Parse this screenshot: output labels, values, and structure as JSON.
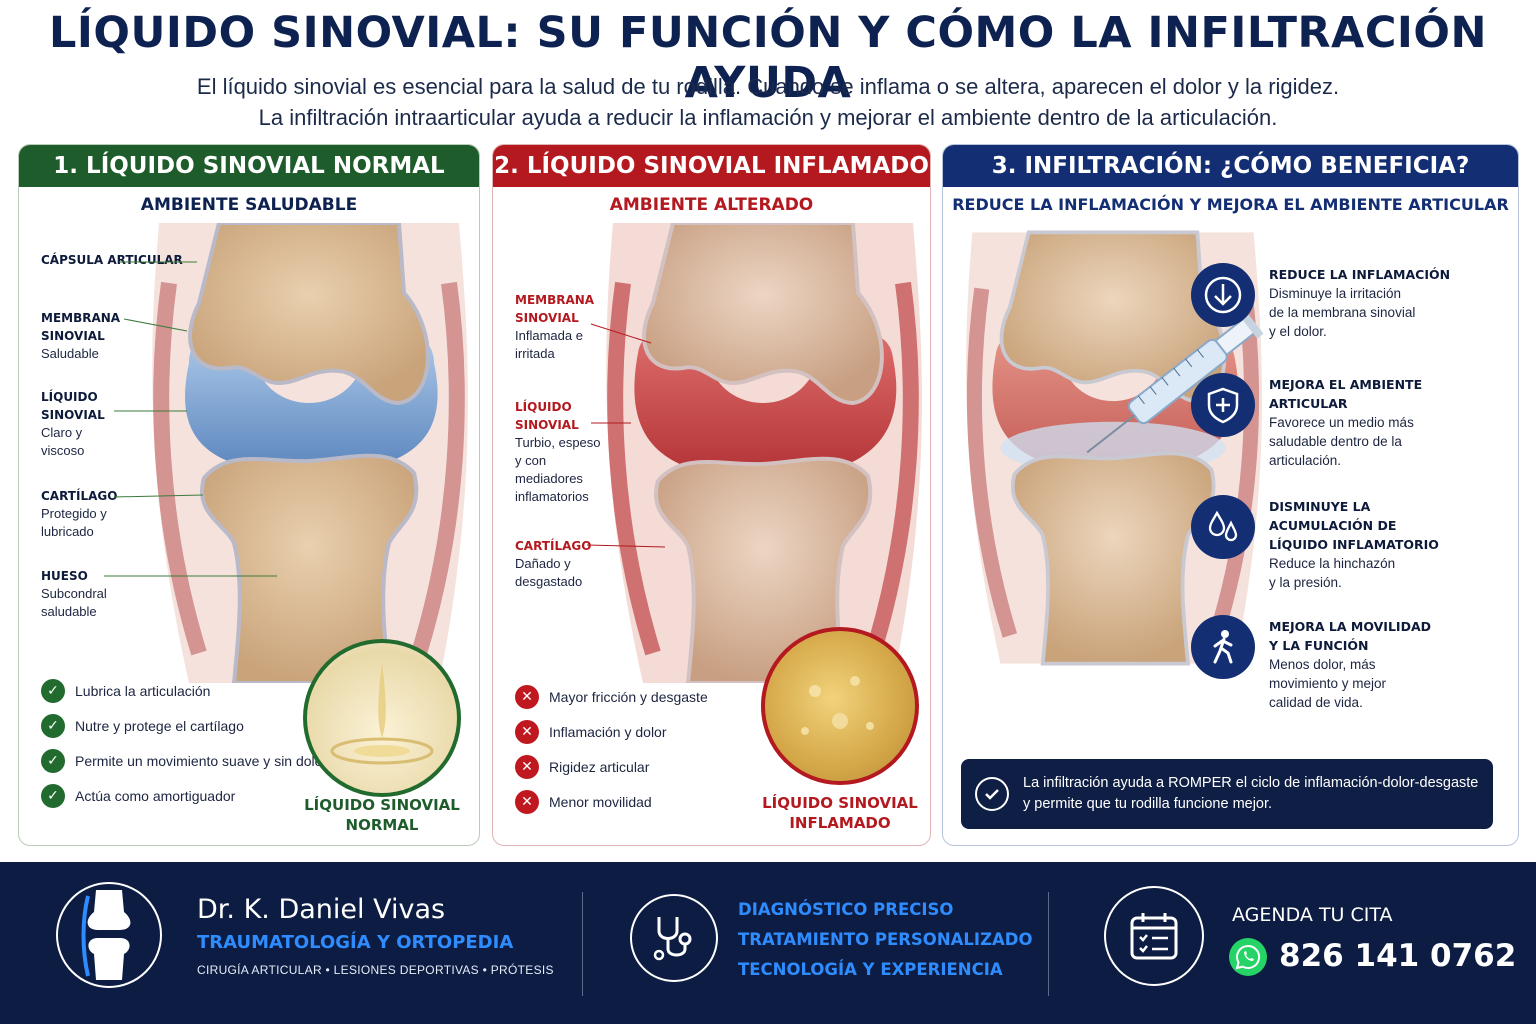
{
  "header": {
    "title": "LÍQUIDO SINOVIAL: SU FUNCIÓN Y CÓMO LA INFILTRACIÓN AYUDA",
    "subtitle_line1": "El líquido sinovial es esencial para la salud de tu rodilla. Cuando se inflama o se altera, aparecen el dolor y la rigidez.",
    "subtitle_line2": "La infiltración intraarticular ayuda a reducir la inflamación y mejorar el ambiente dentro de la articulación."
  },
  "panel1": {
    "heading": "1. LÍQUIDO SINOVIAL NORMAL",
    "subheading": "AMBIENTE SALUDABLE",
    "labels": [
      {
        "title": "CÁPSULA ARTICULAR",
        "text": ""
      },
      {
        "title": "MEMBRANA SINOVIAL",
        "text": "Saludable"
      },
      {
        "title": "LÍQUIDO SINOVIAL",
        "text": "Claro y viscoso"
      },
      {
        "title": "CARTÍLAGO",
        "text": "Protegido y lubricado"
      },
      {
        "title": "HUESO",
        "text": "Subcondral saludable"
      }
    ],
    "checks": [
      "Lubrica la articulación",
      "Nutre y protege el cartílago",
      "Permite un movimiento suave y sin dolor",
      "Actúa como amortiguador"
    ],
    "circle_caption_1": "LÍQUIDO SINOVIAL",
    "circle_caption_2": "NORMAL"
  },
  "panel2": {
    "heading": "2. LÍQUIDO SINOVIAL INFLAMADO",
    "subheading": "AMBIENTE ALTERADO",
    "labels": [
      {
        "title": "MEMBRANA SINOVIAL",
        "text": "Inflamada e irritada"
      },
      {
        "title": "LÍQUIDO SINOVIAL",
        "text": "Turbio, espeso y con mediadores inflamatorios"
      },
      {
        "title": "CARTÍLAGO",
        "text": "Dañado y desgastado"
      }
    ],
    "checks": [
      "Mayor fricción y desgaste",
      "Inflamación y dolor",
      "Rigidez articular",
      "Menor movilidad"
    ],
    "circle_caption_1": "LÍQUIDO SINOVIAL",
    "circle_caption_2": "INFLAMADO"
  },
  "panel3": {
    "heading": "3. INFILTRACIÓN: ¿CÓMO BENEFICIA?",
    "subheading": "REDUCE LA INFLAMACIÓN Y MEJORA EL AMBIENTE ARTICULAR",
    "benefits": [
      {
        "icon": "arrow-down-icon",
        "title": "REDUCE LA INFLAMACIÓN",
        "text": "Disminuye la irritación\nde la membrana sinovial\ny el dolor."
      },
      {
        "icon": "shield-plus-icon",
        "title": "MEJORA EL AMBIENTE\nARTICULAR",
        "text": "Favorece un medio más\nsaludable dentro de la\narticulación."
      },
      {
        "icon": "drops-icon",
        "title": "DISMINUYE LA\nACUMULACIÓN DE\nLÍQUIDO INFLAMATORIO",
        "text": "Reduce la hinchazón\ny la presión."
      },
      {
        "icon": "walking-person-icon",
        "title": "MEJORA LA MOVILIDAD\nY LA FUNCIÓN",
        "text": "Menos dolor, más\nmovimiento y mejor\ncalidad de vida."
      }
    ],
    "callout_line1": "La infiltración ayuda a ROMPER el ciclo de inflamación-dolor-desgaste",
    "callout_line2": "y permite que tu rodilla funcione mejor."
  },
  "footer": {
    "doctor_name": "Dr. K. Daniel Vivas",
    "specialty": "TRAUMATOLOGÍA Y ORTOPEDIA",
    "services": "CIRUGÍA ARTICULAR • LESIONES DEPORTIVAS • PRÓTESIS",
    "features": [
      "DIAGNÓSTICO PRECISO",
      "TRATAMIENTO PERSONALIZADO",
      "TECNOLOGÍA Y EXPERIENCIA"
    ],
    "cta": "AGENDA TU CITA",
    "phone": "826 141 0762"
  },
  "colors": {
    "navy": "#0c1c42",
    "green": "#1f5c2c",
    "red": "#b3191f",
    "blue": "#132e73",
    "accent_blue": "#2f8cff",
    "whatsapp": "#25d366"
  }
}
